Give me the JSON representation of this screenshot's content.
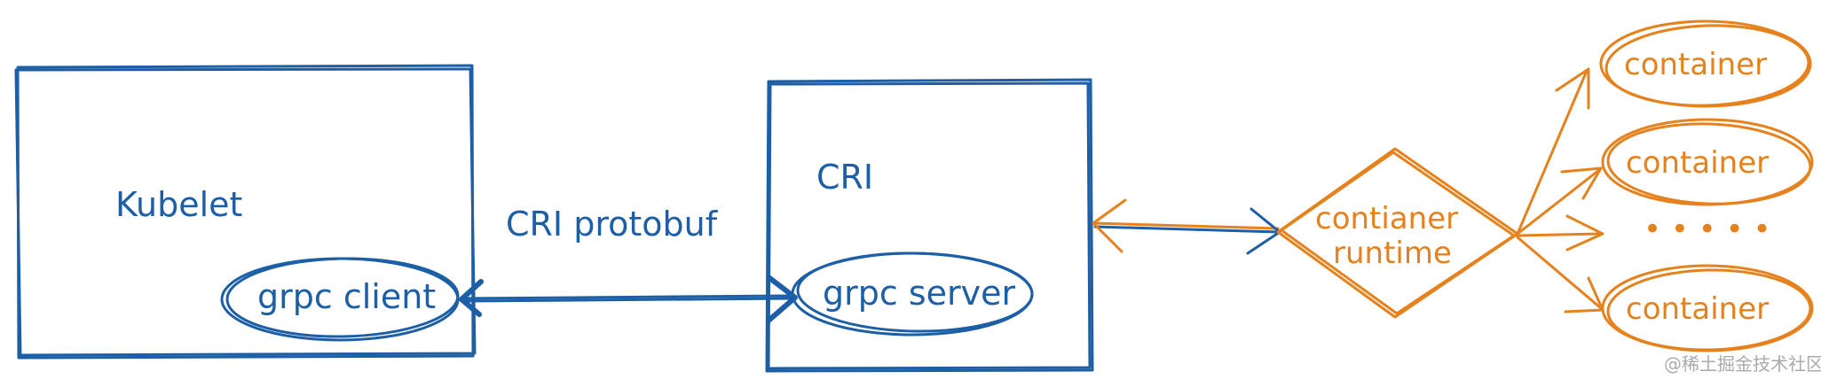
{
  "labels": {
    "kubelet": "Kubelet",
    "grpc_client": "grpc client",
    "protocol": "CRI protobuf",
    "cri": "CRI",
    "grpc_server": "grpc server",
    "runtime_line1": "contianer",
    "runtime_line2": "runtime",
    "container_1": "container",
    "container_2": "container",
    "ellipsis": "• • • • •",
    "container_3": "container"
  },
  "watermark": "@稀土掘金技术社区",
  "colors": {
    "blue": "#1d5fa6",
    "orange": "#e6821e"
  }
}
